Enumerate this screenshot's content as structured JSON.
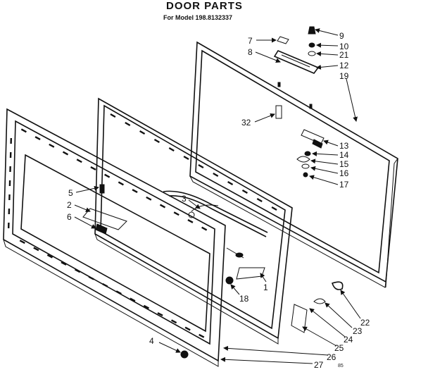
{
  "header": {
    "title": "DOOR PARTS",
    "model_line": "For Model 198.8132337"
  },
  "corner_mark": "85",
  "callouts": [
    "1",
    "2",
    "3",
    "4",
    "5",
    "6",
    "7",
    "8",
    "9",
    "10",
    "12",
    "13",
    "14",
    "15",
    "16",
    "17",
    "18",
    "19",
    "21",
    "22",
    "23",
    "24",
    "25",
    "26",
    "27",
    "32"
  ]
}
